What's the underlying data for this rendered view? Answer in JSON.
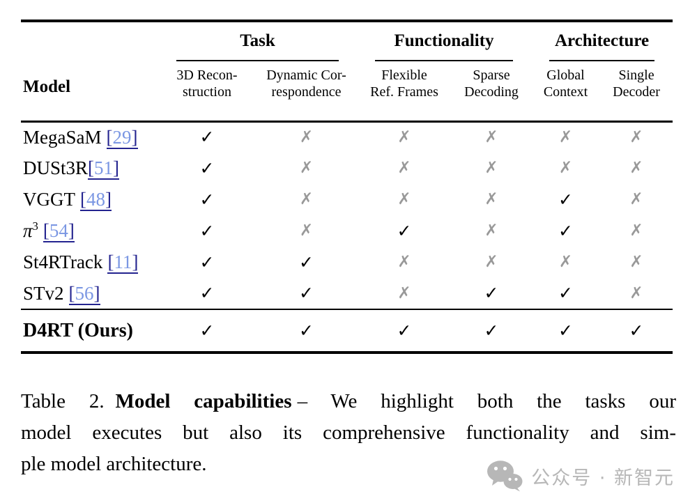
{
  "colors": {
    "ink": "#000000",
    "link_number": "#7b97e3",
    "link_bracket": "#23238f",
    "cross": "#999999",
    "watermark": "#b7b7b7"
  },
  "table": {
    "model_header": "Model",
    "groups": [
      {
        "label": "Task"
      },
      {
        "label": "Functionality"
      },
      {
        "label": "Architecture"
      }
    ],
    "columns": [
      {
        "line1": "3D Recon-",
        "line2": "struction"
      },
      {
        "line1": "Dynamic Cor-",
        "line2": "respondence"
      },
      {
        "line1": "Flexible",
        "line2": "Ref. Frames"
      },
      {
        "line1": "Sparse",
        "line2": "Decoding"
      },
      {
        "line1": "Global",
        "line2": "Context"
      },
      {
        "line1": "Single",
        "line2": "Decoder"
      }
    ],
    "glyphs": {
      "check": "✓",
      "cross": "✗"
    },
    "cite_brackets": {
      "open": "[",
      "close": "]"
    },
    "rows": [
      {
        "name": "MegaSaM",
        "cite": "29",
        "marks": [
          "✓",
          "✗",
          "✗",
          "✗",
          "✗",
          "✗"
        ]
      },
      {
        "name": "DUSt3R",
        "cite": "51",
        "marks": [
          "✓",
          "✗",
          "✗",
          "✗",
          "✗",
          "✗"
        ]
      },
      {
        "name": "VGGT",
        "cite": "48",
        "marks": [
          "✓",
          "✗",
          "✗",
          "✗",
          "✓",
          "✗"
        ]
      },
      {
        "name": "π",
        "sup": "3",
        "cite": "54",
        "marks": [
          "✓",
          "✗",
          "✓",
          "✗",
          "✓",
          "✗"
        ]
      },
      {
        "name": "St4RTrack",
        "cite": "11",
        "marks": [
          "✓",
          "✓",
          "✗",
          "✗",
          "✗",
          "✗"
        ]
      },
      {
        "name": "STv2",
        "cite": "56",
        "marks": [
          "✓",
          "✓",
          "✗",
          "✓",
          "✓",
          "✗"
        ]
      }
    ],
    "ours_row": {
      "name": "D4RT (Ours)",
      "marks": [
        "✓",
        "✓",
        "✓",
        "✓",
        "✓",
        "✓"
      ]
    }
  },
  "caption": {
    "label": "Table 2.",
    "title": "Model capabilities",
    "line1_rest": "– We highlight both the tasks our",
    "line2": "model executes but also its comprehensive functionality and sim-",
    "line3": "ple model architecture."
  },
  "watermark": {
    "icon": "wechat-icon",
    "text": "公众号 · 新智元"
  }
}
